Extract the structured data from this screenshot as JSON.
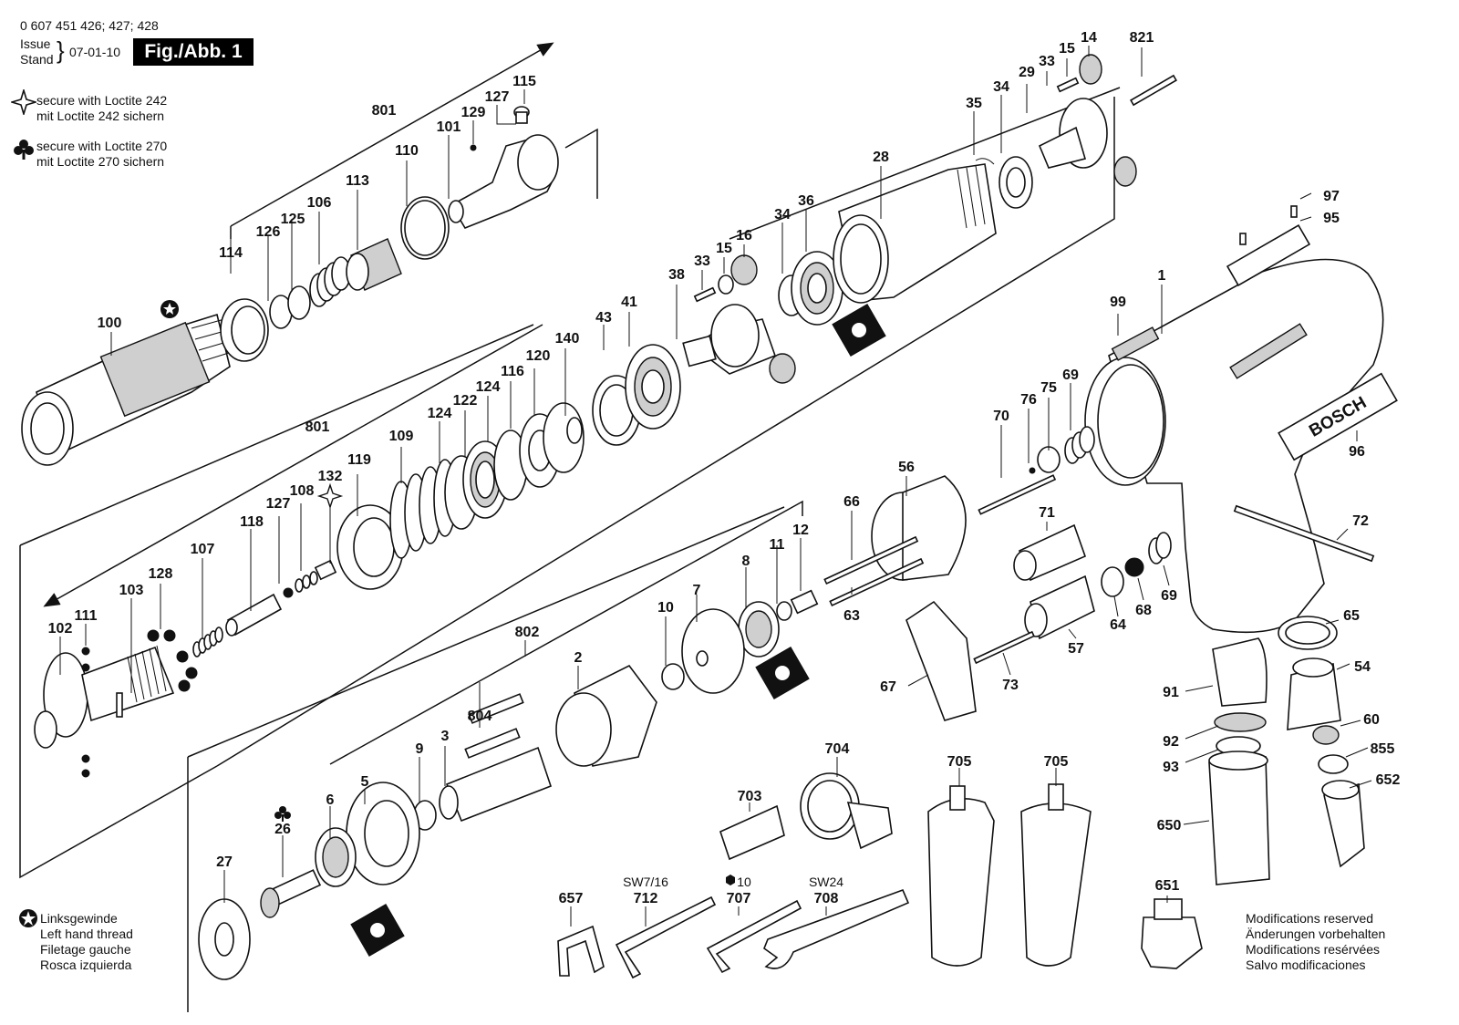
{
  "header": {
    "part_numbers": "0 607 451 426; 427; 428",
    "issue_label": "Issue",
    "stand_label": "Stand",
    "issue_date": "07-01-10",
    "figure_label": "Fig./Abb. 1"
  },
  "legend": {
    "loctite242": [
      "secure with Loctite 242",
      "mit Loctite 242 sichern"
    ],
    "loctite270": [
      "secure with Loctite 270",
      "mit Loctite 270 sichern"
    ],
    "left_thread": [
      "Linksgewinde",
      "Left hand thread",
      "Filetage gauche",
      "Rosca izquierda"
    ],
    "modifications": [
      "Modifications reserved",
      "Änderungen vorbehalten",
      "Modifications resérvées",
      "Salvo modificaciones"
    ]
  },
  "brand": "BOSCH",
  "tool_labels": {
    "sw7": "SW7/16",
    "hex10": "10",
    "sw24": "SW24"
  },
  "parts": {
    "p801a": "801",
    "p115": "115",
    "p127a": "127",
    "p129": "129",
    "p101": "101",
    "p110": "110",
    "p113": "113",
    "p106": "106",
    "p125": "125",
    "p126": "126",
    "p114": "114",
    "p100": "100",
    "p801b": "801",
    "p120": "120",
    "p140": "140",
    "p116": "116",
    "p124a": "124",
    "p122": "122",
    "p124b": "124",
    "p109": "109",
    "p119": "119",
    "p132": "132",
    "p108": "108",
    "p127b": "127",
    "p118": "118",
    "p107": "107",
    "p128": "128",
    "p103": "103",
    "p111": "111",
    "p102": "102",
    "p43": "43",
    "p41": "41",
    "p38": "38",
    "p33a": "33",
    "p15a": "15",
    "p16": "16",
    "p34a": "34",
    "p36": "36",
    "p28": "28",
    "p35": "35",
    "p34b": "34",
    "p29": "29",
    "p33b": "33",
    "p15b": "15",
    "p14": "14",
    "p821": "821",
    "p97": "97",
    "p95": "95",
    "p1": "1",
    "p99": "99",
    "p96": "96",
    "p69a": "69",
    "p75": "75",
    "p76": "76",
    "p70": "70",
    "p56": "56",
    "p66": "66",
    "p71": "71",
    "p72": "72",
    "p63": "63",
    "p64": "64",
    "p68": "68",
    "p69b": "69",
    "p57": "57",
    "p67": "67",
    "p73": "73",
    "p65": "65",
    "p54": "54",
    "p91": "91",
    "p60": "60",
    "p92": "92",
    "p855": "855",
    "p93": "93",
    "p652": "652",
    "p650": "650",
    "p651": "651",
    "p12": "12",
    "p11": "11",
    "p8": "8",
    "p7": "7",
    "p10": "10",
    "p802": "802",
    "p2": "2",
    "p804": "804",
    "p3": "3",
    "p9": "9",
    "p5": "5",
    "p6": "6",
    "p26": "26",
    "p27": "27",
    "p704": "704",
    "p703": "703",
    "p705a": "705",
    "p705b": "705",
    "p657": "657",
    "p712": "712",
    "p707": "707",
    "p708": "708"
  }
}
